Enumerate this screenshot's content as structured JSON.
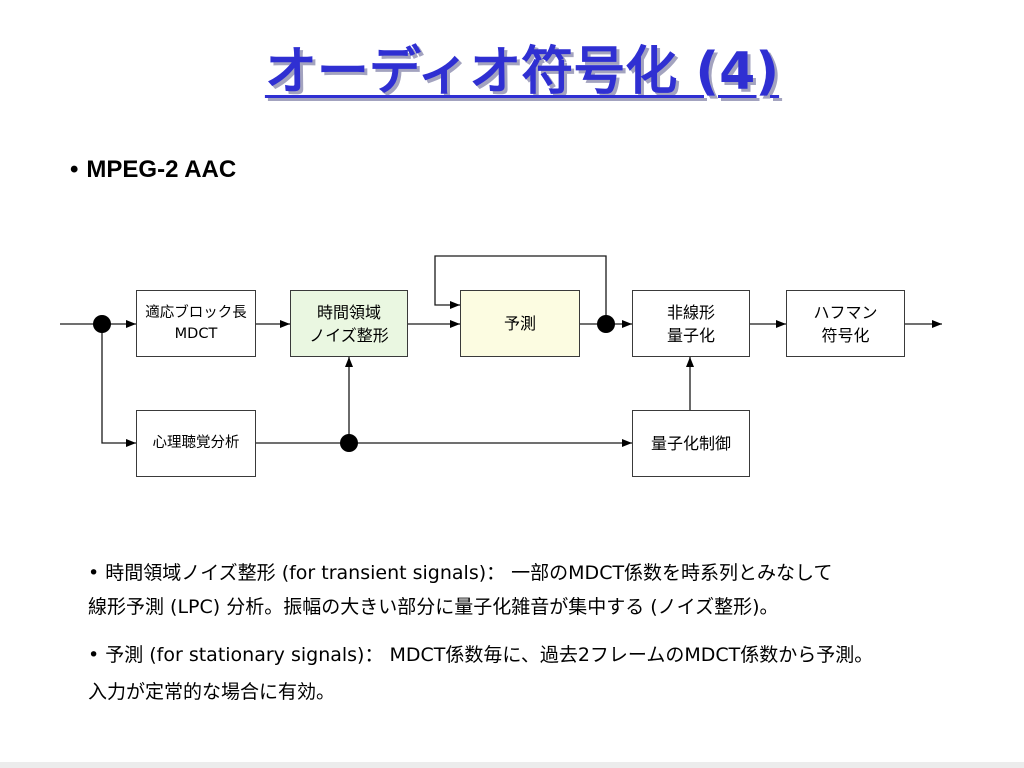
{
  "slide": {
    "title": "オーディオ符号化 (4)",
    "heading_bullet": "MPEG-2 AAC"
  },
  "colors": {
    "title": "#2f2fd2"
  },
  "diagram": {
    "blocks": {
      "mdct": {
        "lines": [
          "適応ブロック長",
          "MDCT"
        ],
        "fill": "#ffffff"
      },
      "tns": {
        "lines": [
          "時間領域",
          "ノイズ整形"
        ],
        "fill": "#eaf7e1"
      },
      "prediction": {
        "lines": [
          "予測"
        ],
        "fill": "#fcfce1"
      },
      "quantizer": {
        "lines": [
          "非線形",
          "量子化"
        ],
        "fill": "#ffffff"
      },
      "huffman": {
        "lines": [
          "ハフマン",
          "符号化"
        ],
        "fill": "#ffffff"
      },
      "psychoacoustic": {
        "lines": [
          "心理聴覚分析"
        ],
        "fill": "#ffffff"
      },
      "quantizer_control": {
        "lines": [
          "量子化制御"
        ],
        "fill": "#ffffff"
      }
    }
  },
  "notes": [
    {
      "lines": [
        "時間領域ノイズ整形 (for transient signals)： 一部のMDCT係数を時系列とみなして",
        "線形予測 (LPC) 分析。振幅の大きい部分に量子化雑音が集中する (ノイズ整形)。"
      ]
    },
    {
      "lines": [
        "予測 (for stationary signals)： MDCT係数毎に、過去2フレームのMDCT係数から予測。",
        "入力が定常的な場合に有効。"
      ]
    }
  ]
}
